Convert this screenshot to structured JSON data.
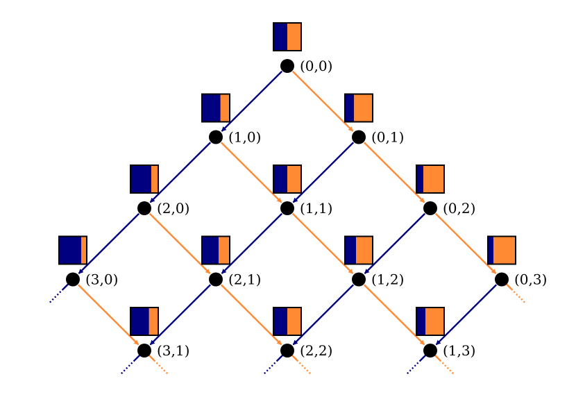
{
  "colors": {
    "blue": "#000080",
    "orange": "#FF8A33",
    "node": "#000000",
    "box_border": "#000000"
  },
  "nodes": [
    {
      "label": "(0,0)",
      "i": 0,
      "j": 0,
      "fraction_blue": 0.5
    },
    {
      "label": "(1,0)",
      "i": 1,
      "j": 0,
      "fraction_blue": 0.67
    },
    {
      "label": "(0,1)",
      "i": 0,
      "j": 1,
      "fraction_blue": 0.33
    },
    {
      "label": "(2,0)",
      "i": 2,
      "j": 0,
      "fraction_blue": 0.75
    },
    {
      "label": "(1,1)",
      "i": 1,
      "j": 1,
      "fraction_blue": 0.5
    },
    {
      "label": "(0,2)",
      "i": 0,
      "j": 2,
      "fraction_blue": 0.25
    },
    {
      "label": "(3,0)",
      "i": 3,
      "j": 0,
      "fraction_blue": 0.8
    },
    {
      "label": "(2,1)",
      "i": 2,
      "j": 1,
      "fraction_blue": 0.6
    },
    {
      "label": "(1,2)",
      "i": 1,
      "j": 2,
      "fraction_blue": 0.4
    },
    {
      "label": "(0,3)",
      "i": 0,
      "j": 3,
      "fraction_blue": 0.2
    },
    {
      "label": "(3,1)",
      "i": 3,
      "j": 1,
      "fraction_blue": 0.67
    },
    {
      "label": "(2,2)",
      "i": 2,
      "j": 2,
      "fraction_blue": 0.5
    },
    {
      "label": "(1,3)",
      "i": 1,
      "j": 3,
      "fraction_blue": 0.33
    }
  ],
  "edges": [
    {
      "from": "(0,0)",
      "to": "(1,0)",
      "color": "blue"
    },
    {
      "from": "(0,0)",
      "to": "(0,1)",
      "color": "orange"
    },
    {
      "from": "(1,0)",
      "to": "(2,0)",
      "color": "blue"
    },
    {
      "from": "(1,0)",
      "to": "(1,1)",
      "color": "orange"
    },
    {
      "from": "(0,1)",
      "to": "(1,1)",
      "color": "blue"
    },
    {
      "from": "(0,1)",
      "to": "(0,2)",
      "color": "orange"
    },
    {
      "from": "(2,0)",
      "to": "(3,0)",
      "color": "blue"
    },
    {
      "from": "(2,0)",
      "to": "(2,1)",
      "color": "orange"
    },
    {
      "from": "(1,1)",
      "to": "(2,1)",
      "color": "blue"
    },
    {
      "from": "(1,1)",
      "to": "(1,2)",
      "color": "orange"
    },
    {
      "from": "(0,2)",
      "to": "(1,2)",
      "color": "blue"
    },
    {
      "from": "(0,2)",
      "to": "(0,3)",
      "color": "orange"
    },
    {
      "from": "(3,0)",
      "to": "(3,1)",
      "color": "orange"
    },
    {
      "from": "(2,1)",
      "to": "(3,1)",
      "color": "blue"
    },
    {
      "from": "(2,1)",
      "to": "(2,2)",
      "color": "orange"
    },
    {
      "from": "(1,2)",
      "to": "(2,2)",
      "color": "blue"
    },
    {
      "from": "(1,2)",
      "to": "(1,3)",
      "color": "orange"
    },
    {
      "from": "(0,3)",
      "to": "(1,3)",
      "color": "blue"
    }
  ],
  "continuations": [
    {
      "from": "(3,0)",
      "direction": "blue"
    },
    {
      "from": "(0,3)",
      "direction": "orange"
    },
    {
      "from": "(3,1)",
      "direction": "blue"
    },
    {
      "from": "(3,1)",
      "direction": "orange"
    },
    {
      "from": "(2,2)",
      "direction": "blue"
    },
    {
      "from": "(2,2)",
      "direction": "orange"
    },
    {
      "from": "(1,3)",
      "direction": "blue"
    },
    {
      "from": "(1,3)",
      "direction": "orange"
    }
  ]
}
